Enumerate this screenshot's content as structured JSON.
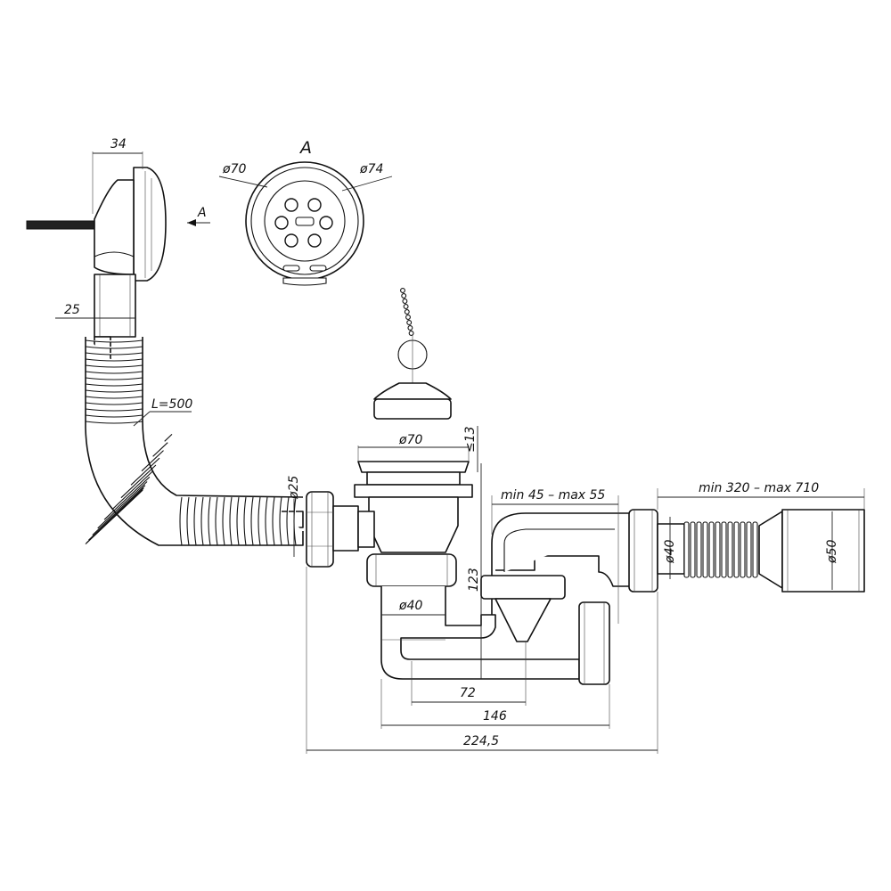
{
  "drawing": {
    "overflow_block": {
      "width_label": "34",
      "tube_label": "25"
    },
    "section_view": {
      "title": "A",
      "inner_diameter_label": "ø70",
      "outer_diameter_label": "ø74",
      "arrow_label": "A"
    },
    "hose": {
      "length_label": "L=500",
      "diameter_label": "ø25"
    },
    "drain": {
      "top_diameter_label": "ø70",
      "rim_height_label": "≤13",
      "outlet_diameter_label": "ø40",
      "height_label": "123"
    },
    "siphon": {
      "depth_range_label": "min 45 – max 55",
      "pipe_diameter_label": "ø40"
    },
    "extension": {
      "length_range_label": "min 320 – max 710",
      "outlet_diameter_label": "ø50"
    },
    "bottom_dimensions": {
      "d1": "72",
      "d2": "146",
      "d3": "224,5"
    }
  }
}
